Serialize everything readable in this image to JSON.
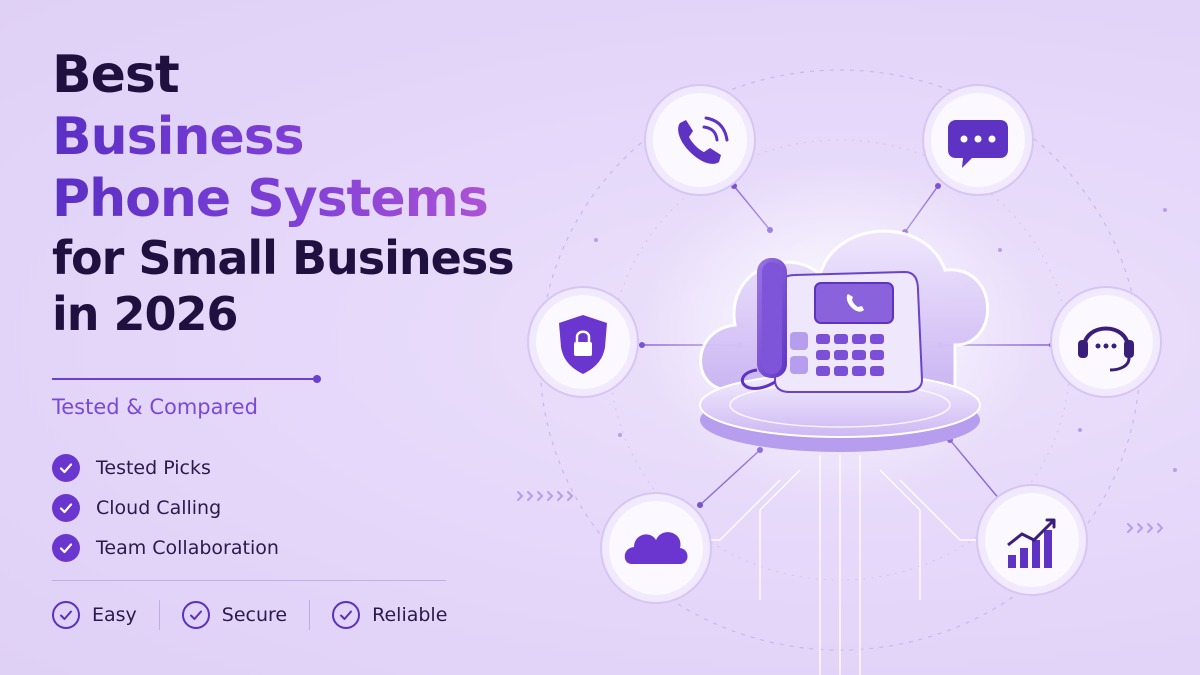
{
  "headline": {
    "line1": "Best",
    "line2": "Business",
    "line3": "Phone Systems",
    "line4": "for Small Business",
    "line5": "in 2026"
  },
  "subtitle": "Tested & Compared",
  "features": [
    {
      "label": "Tested Picks"
    },
    {
      "label": "Cloud Calling"
    },
    {
      "label": "Team Collaboration"
    }
  ],
  "badges": [
    {
      "label": "Easy"
    },
    {
      "label": "Secure"
    },
    {
      "label": "Reliable"
    }
  ],
  "icons": [
    "phone-call-icon",
    "chat-bubble-icon",
    "shield-lock-icon",
    "headset-icon",
    "cloud-icon",
    "growth-chart-icon",
    "desk-phone-illustration"
  ],
  "colors": {
    "accent": "#6a36cf",
    "dark": "#1f1040",
    "background": "#e6d9fa"
  }
}
